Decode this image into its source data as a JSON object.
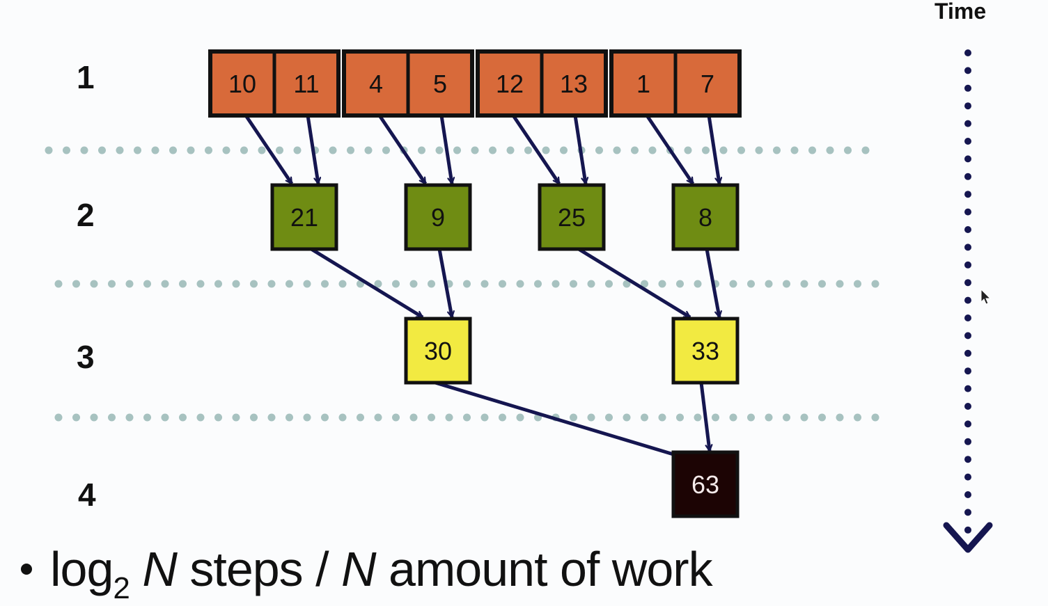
{
  "time_axis": {
    "label": "Time"
  },
  "steps": [
    {
      "label": "1",
      "color": "#d86a3a",
      "values": [
        "10",
        "11",
        "4",
        "5",
        "12",
        "13",
        "1",
        "7"
      ]
    },
    {
      "label": "2",
      "color": "#6f8c13",
      "values": [
        "21",
        "9",
        "25",
        "8"
      ]
    },
    {
      "label": "3",
      "color": "#f2ea41",
      "values": [
        "30",
        "33"
      ]
    },
    {
      "label": "4",
      "color": "#1c0404",
      "values": [
        "63"
      ]
    }
  ],
  "footer": {
    "prefix": "log",
    "subscript": "2",
    "var1": "N",
    "middle": " steps / ",
    "var2": "N",
    "suffix": " amount of work"
  },
  "colors": {
    "arrow": "#151650",
    "separator": "#a7c2c0",
    "time_dots": "#151650"
  }
}
